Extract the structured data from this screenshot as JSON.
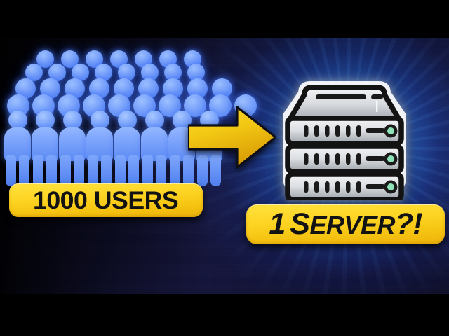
{
  "scene": {
    "title": "1000 Users to 1 Server thumbnail",
    "background_color": "#0b0b1d",
    "accent_color": "#fdd423",
    "crowd_color": "#7aa2fb",
    "glow_color": "#2d7deb",
    "letterbox_color": "#000000"
  },
  "crowd": {
    "name": "crowd-of-users",
    "rows": [
      {
        "type": "heads",
        "count": 7
      },
      {
        "type": "heads",
        "count": 8
      },
      {
        "type": "heads",
        "count": 9
      },
      {
        "type": "heads",
        "count": 10
      },
      {
        "type": "bodies",
        "count": 8
      }
    ],
    "total_people_depicted": 42
  },
  "arrow": {
    "name": "right-arrow",
    "direction": "right",
    "fill_start": "#f7d420",
    "fill_end": "#e2a806",
    "outline": "#14141e"
  },
  "server": {
    "name": "server-rack",
    "unit_count": 3,
    "vents_per_unit": 6,
    "led_color": "#8fe3b8",
    "body_light": "#eceef0",
    "body_dark": "#9aa0a6",
    "outline": "#131313",
    "halo": "#ffffff"
  },
  "labels": {
    "left": {
      "name": "users-label",
      "text": "1000 USERS",
      "background": "#fdd423",
      "text_color": "#121212"
    },
    "right": {
      "name": "server-label",
      "lead": "1",
      "word_first": "S",
      "word_rest": "ERVER",
      "marks": "?!",
      "full_text": "1 SERVER?!",
      "background": "#fdd423",
      "text_color": "#131313"
    }
  }
}
